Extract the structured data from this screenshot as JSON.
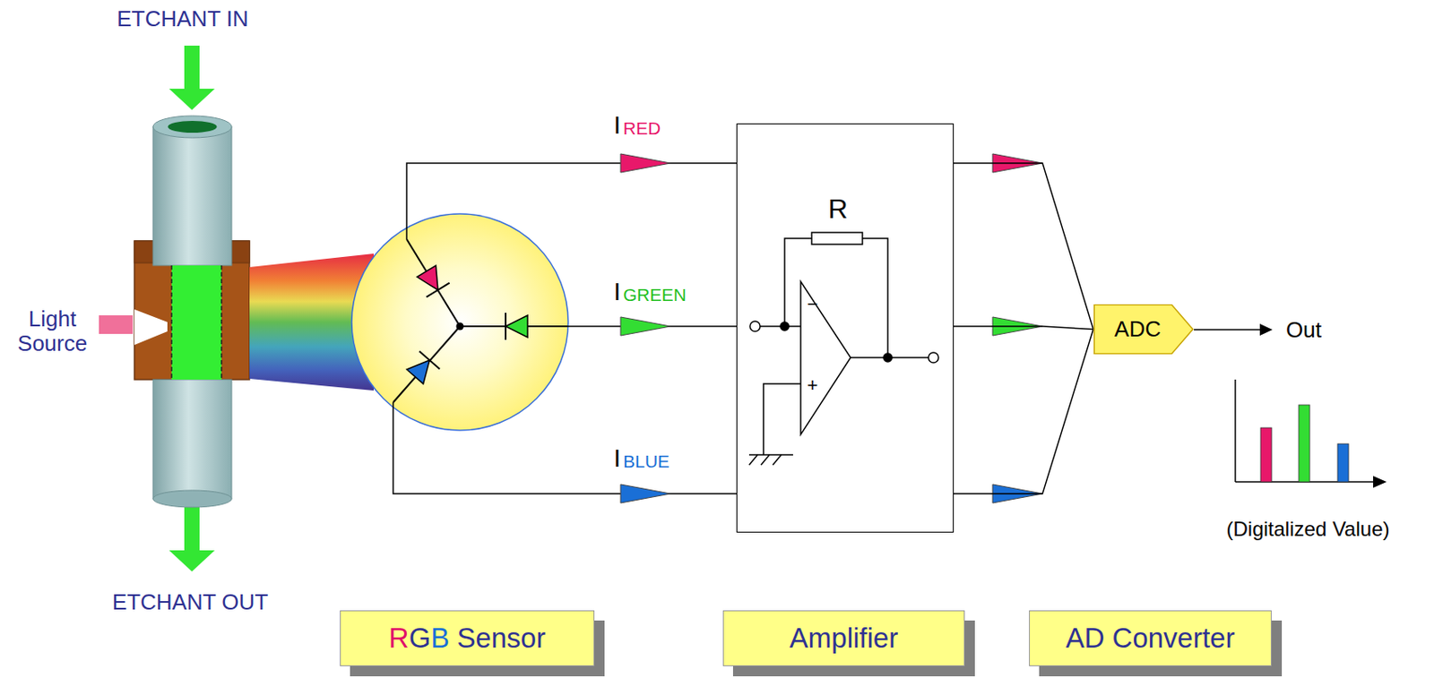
{
  "diagram": {
    "nodes": [
      {
        "text": [
          "R"
        ]
      },
      {
        "text": [
          "ADC"
        ]
      },
      {
        "text": [
          "RGB Sensor"
        ]
      },
      {
        "text": [
          "Amplifier"
        ]
      },
      {
        "text": [
          "AD Converter"
        ]
      }
    ],
    "edges": [
      {
        "from": 0,
        "to": 1,
        "arrow": "none"
      },
      {
        "from": 0,
        "to": 1,
        "arrow": "none"
      },
      {
        "from": 0,
        "to": 1,
        "arrow": "none"
      }
    ],
    "labels": [
      "ETCHANT IN",
      "ETCHANT OUT",
      "Light Source",
      "I",
      "RED",
      "I",
      "GREEN",
      "I",
      "BLUE",
      "−",
      "+",
      "Out",
      "(Digitalized Value)"
    ]
  }
}
